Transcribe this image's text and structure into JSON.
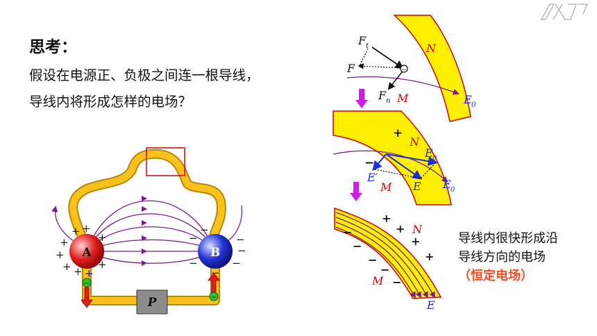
{
  "slide": {
    "logo_text": "LXJ",
    "title": "思考：",
    "question_line1": "假设在电源正、负极之间连一根导线，",
    "question_line2": "导线内将形成怎样的电场？",
    "description_part1": "导线内很快形成沿导线方向的电场",
    "description_part2": "（恒定电场）"
  },
  "circuit": {
    "terminal_a": "A",
    "terminal_b": "B",
    "pump_label": "P",
    "plus_sign": "+",
    "minus_sign": "−"
  },
  "stage1": {
    "label_ft": "F",
    "label_ft_sub": "t",
    "label_f": "F",
    "label_fn": "F",
    "label_fn_sub": "n",
    "label_n": "N",
    "label_m": "M",
    "label_e0": "E",
    "label_e0_sub": "0"
  },
  "stage2": {
    "label_n": "N",
    "label_m": "M",
    "label_e0_top": "E",
    "label_e0_top_sub": "0",
    "label_e_prime": "E′",
    "label_e": "E",
    "label_e0_right": "E",
    "label_e0_right_sub": "0",
    "plus": "+",
    "minus": "−"
  },
  "stage3": {
    "label_n": "N",
    "label_m": "M",
    "label_e": "E",
    "plus": "+",
    "minus": "−"
  },
  "colors": {
    "wire": "#f8c21c",
    "wire_edge": "#b8860b",
    "field_line": "#7a1c8c",
    "conductor_fill": "#fff000",
    "conductor_edge": "#d40000",
    "force_arrow": "#1c2fd8",
    "step_arrow": "#d21ce0",
    "highlight": "#ff4b1f",
    "terminal_a": "#e02020",
    "terminal_b": "#2333d8",
    "pump": "#8c8c8c"
  }
}
